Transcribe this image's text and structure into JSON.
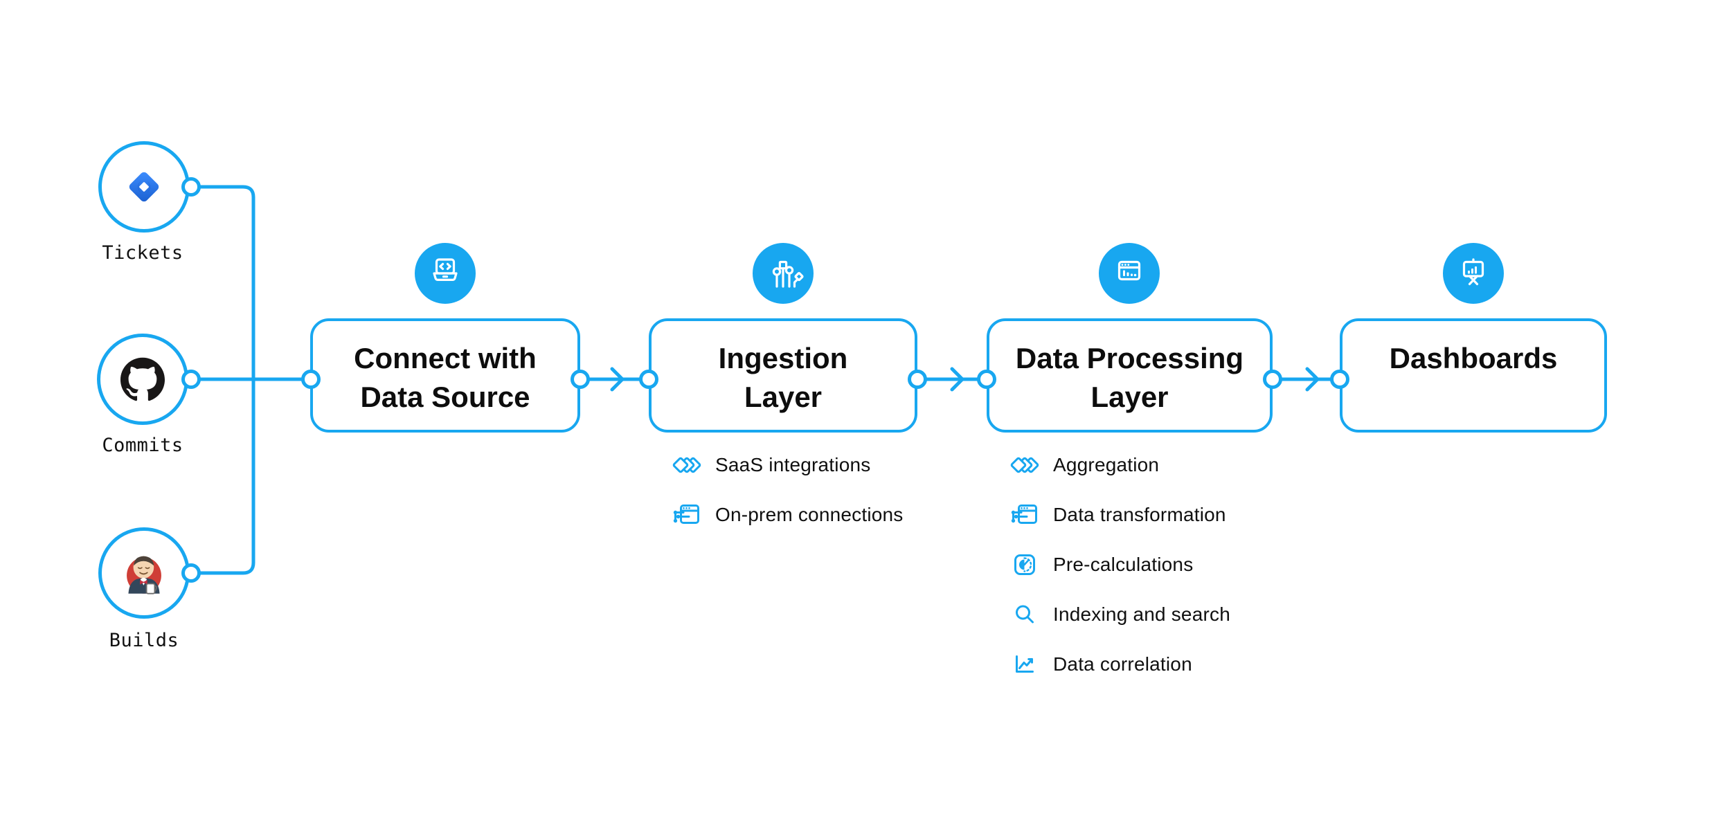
{
  "diagram": {
    "accent_color": "#18a7f0",
    "text_color": "#0d0d0d",
    "sources": [
      {
        "label": "Tickets",
        "icon": "jira-icon"
      },
      {
        "label": "Commits",
        "icon": "github-icon"
      },
      {
        "label": "Builds",
        "icon": "jenkins-icon"
      }
    ],
    "stages": [
      {
        "title": "Connect with\nData Source",
        "icon": "laptop-code-icon",
        "items": []
      },
      {
        "title": "Ingestion\nLayer",
        "icon": "circuit-icon",
        "items": [
          {
            "label": "SaaS integrations",
            "icon": "diamonds-icon"
          },
          {
            "label": "On-prem connections",
            "icon": "window-sliders-icon"
          }
        ]
      },
      {
        "title": "Data Processing\nLayer",
        "icon": "window-chart-icon",
        "items": [
          {
            "label": "Aggregation",
            "icon": "diamonds-icon"
          },
          {
            "label": "Data transformation",
            "icon": "window-sliders-icon"
          },
          {
            "label": "Pre-calculations",
            "icon": "gauge-icon"
          },
          {
            "label": "Indexing and search",
            "icon": "search-icon"
          },
          {
            "label": "Data correlation",
            "icon": "chart-line-icon"
          }
        ]
      },
      {
        "title": "Dashboards",
        "icon": "presentation-chart-icon",
        "items": []
      }
    ]
  }
}
